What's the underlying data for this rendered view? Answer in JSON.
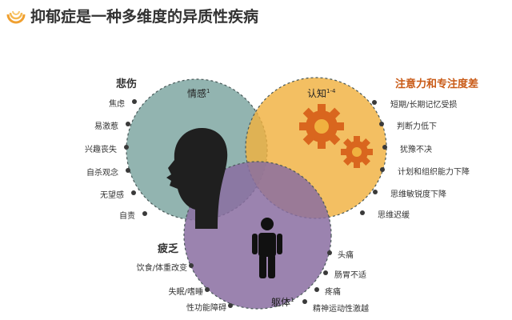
{
  "title": "抑郁症是一种多维度的异质性疾病",
  "logo_icon": "fan-logo-icon",
  "colors": {
    "emotion": "#7FA7A2",
    "cognition": "#F0B13F",
    "body": "#8A6DA1",
    "emotion_head": "#333333",
    "cognition_head": "#C95A16",
    "body_head": "#333333"
  },
  "circles": {
    "emotion": {
      "label": "情感",
      "sup": "1",
      "icon": "head-silhouette-icon"
    },
    "cognition": {
      "label": "认知",
      "sup": "1-4",
      "icon": "gears-icon"
    },
    "body": {
      "label": "躯体",
      "sup": "1",
      "icon": "person-icon"
    }
  },
  "emotion": {
    "heading": "悲伤",
    "items": [
      "焦虑",
      "易激惹",
      "兴趣丧失",
      "自杀观念",
      "无望感",
      "自责"
    ]
  },
  "cognition": {
    "heading": "注意力和专注度差",
    "items": [
      "短期/长期记忆受损",
      "判断力低下",
      "犹豫不决",
      "计划和组织能力下降",
      "思维敏锐度下降",
      "思维迟缓"
    ]
  },
  "body": {
    "heading": "疲乏",
    "left_items": [
      "饮食/体重改变",
      "失眠/嗜睡",
      "性功能障碍"
    ],
    "right_items": [
      "头痛",
      "肠胃不适",
      "疼痛",
      "精神运动性激越"
    ]
  }
}
